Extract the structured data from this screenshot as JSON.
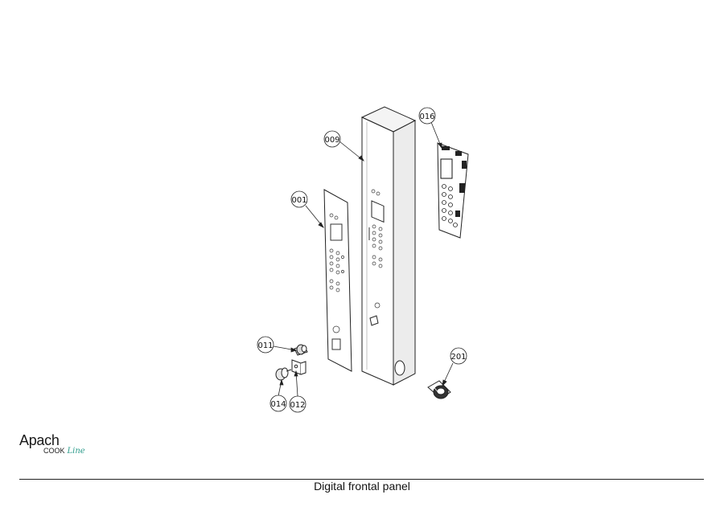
{
  "document": {
    "caption": "Digital frontal panel"
  },
  "brand": {
    "name": "Apach",
    "line1": "COOK",
    "line2": "Line",
    "accent_color": "#2a9a8a"
  },
  "callouts": {
    "c009": "009",
    "c016": "016",
    "c001": "001",
    "c011": "011",
    "c014": "014",
    "c012": "012",
    "c201": "201"
  }
}
